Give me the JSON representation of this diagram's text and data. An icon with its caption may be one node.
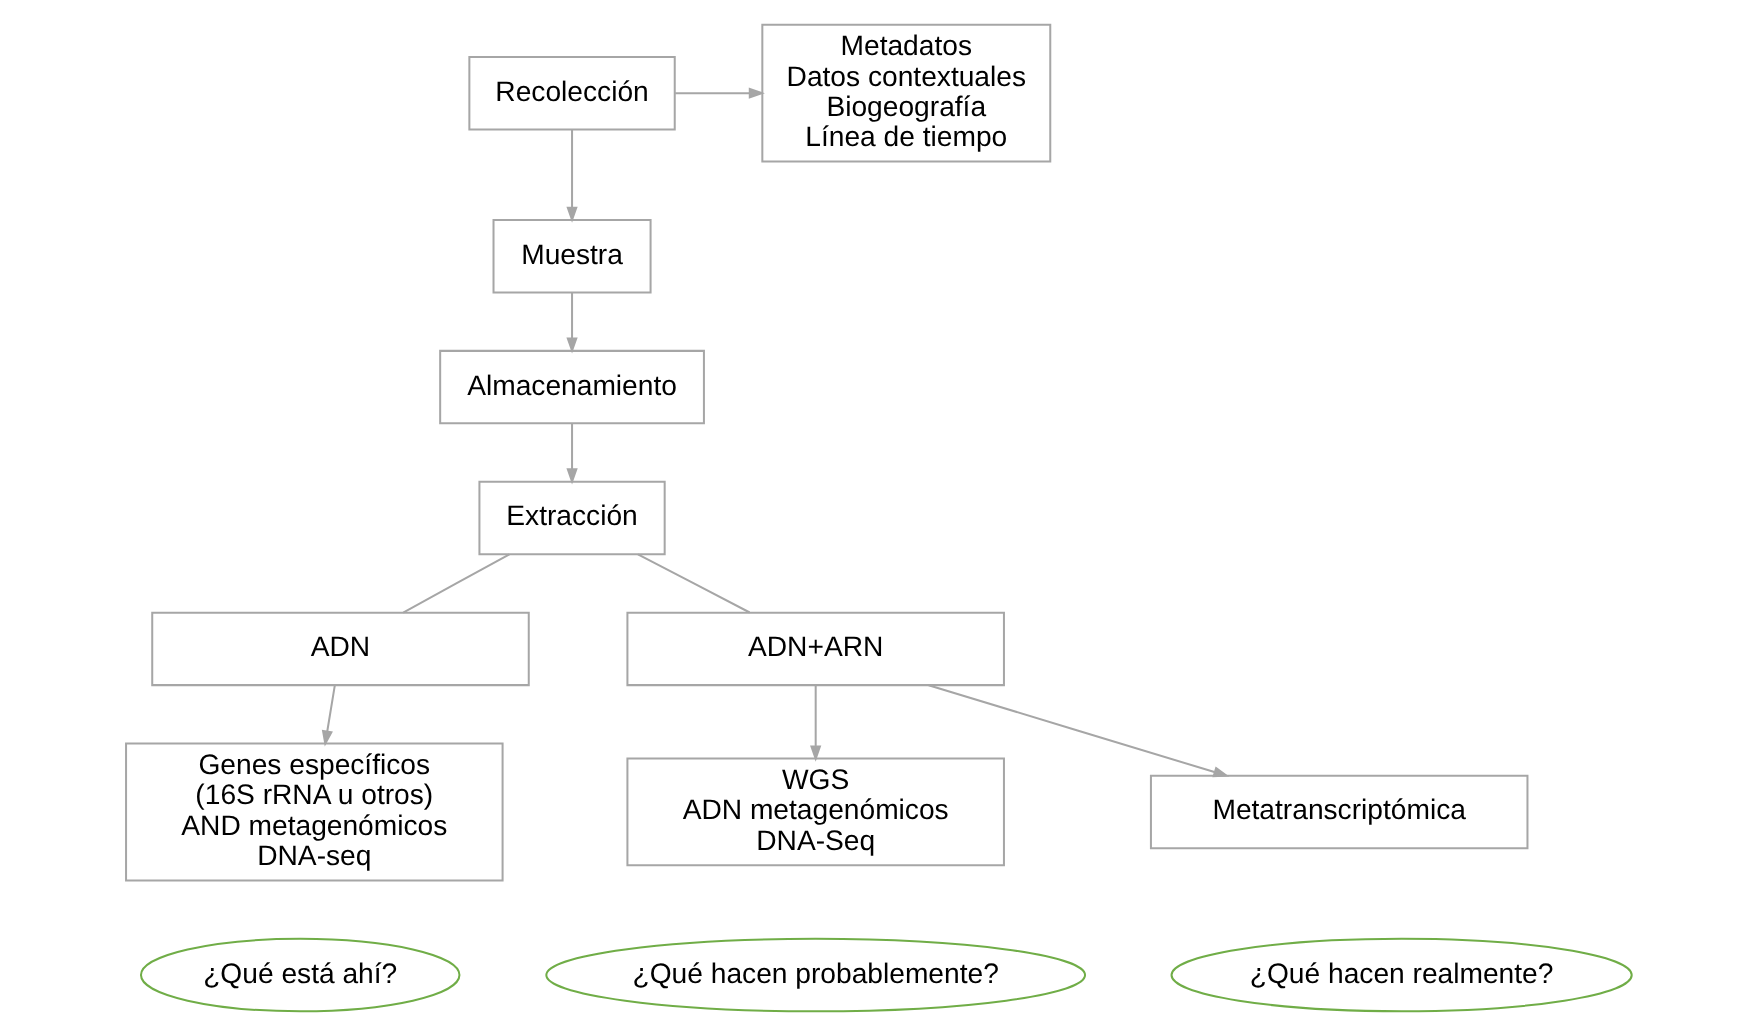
{
  "diagram": {
    "nodes": [
      {
        "text": [
          "Recolección"
        ]
      },
      {
        "text": [
          "Muestra"
        ]
      },
      {
        "text": [
          "Metadatos",
          "Datos contextuales",
          "Biogeografía",
          "Línea de tiempo"
        ]
      },
      {
        "text": [
          "Almacenamiento"
        ]
      },
      {
        "text": [
          "Extracción"
        ]
      },
      {
        "text": [
          "ADN"
        ]
      },
      {
        "text": [
          "ADN+ARN"
        ]
      },
      {
        "text": [
          "Genes específicos",
          "(16S rRNA u otros)",
          "AND metagenómicos",
          "DNA-seq"
        ]
      },
      {
        "text": [
          "WGS",
          "ADN metagenómicos",
          "DNA-Seq"
        ]
      },
      {
        "text": [
          "Metatranscriptómica"
        ]
      },
      {
        "text": [
          "¿Qué está ahí?"
        ]
      },
      {
        "text": [
          "¿Qué hacen probablemente?"
        ]
      },
      {
        "text": [
          "¿Qué hacen realmente?"
        ]
      }
    ],
    "edges": [
      {
        "from": 0,
        "to": 1,
        "arrow": "to"
      },
      {
        "from": 0,
        "to": 2,
        "arrow": "to"
      },
      {
        "from": 1,
        "to": 3,
        "arrow": "to"
      },
      {
        "from": 3,
        "to": 4,
        "arrow": "to"
      },
      {
        "from": 4,
        "to": 5,
        "arrow": "none"
      },
      {
        "from": 4,
        "to": 6,
        "arrow": "none"
      },
      {
        "from": 5,
        "to": 7,
        "arrow": "to"
      },
      {
        "from": 6,
        "to": 8,
        "arrow": "to"
      },
      {
        "from": 6,
        "to": 9,
        "arrow": "to"
      }
    ]
  }
}
